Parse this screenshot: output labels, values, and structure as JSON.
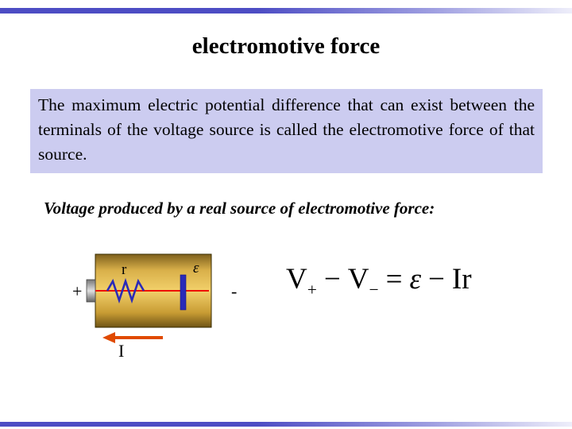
{
  "slide": {
    "title": "electromotive force",
    "definition": "The maximum electric potential difference that can exist between the terminals of the voltage source is called the electromotive force of that source.",
    "subtitle": "Voltage produced by a real source of electromotive force:"
  },
  "diagram": {
    "plus_label": "+",
    "minus_label": "-",
    "resistor_label": "r",
    "emf_label": "ε",
    "current_label": "I"
  },
  "equation": {
    "v1": "V",
    "v1_sub": "+",
    "minus1": "−",
    "v2": "V",
    "v2_sub": "−",
    "equals": "=",
    "epsilon": "ε",
    "minus2": "−",
    "ir": "Ir"
  },
  "colors": {
    "bar_blue": "#4d4dc4",
    "box_bg": "#ccccf0",
    "battery_gold": "#d9b04a",
    "wire_red": "#ee1100",
    "arrow_red": "#e04a00",
    "component_blue": "#2a2ab8"
  }
}
